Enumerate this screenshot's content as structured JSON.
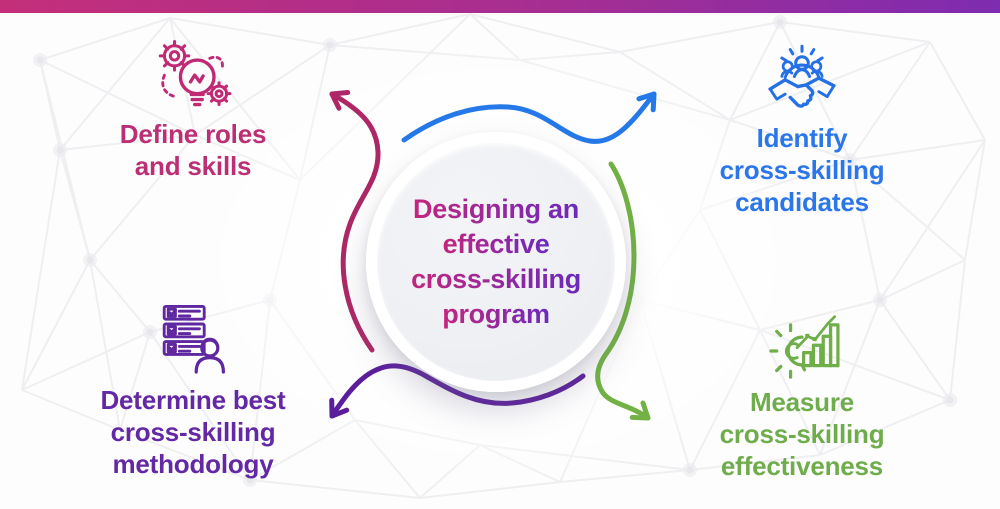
{
  "palette": {
    "topbar_gradient_start": "#c42f7a",
    "topbar_gradient_end": "#7e2cb0",
    "magenta": "#bd2f75",
    "magenta_arrow": "#ad2766",
    "blue": "#2b76e8",
    "purple": "#6328a4",
    "purple_arrow": "#5b1d9c",
    "green": "#6fad4c",
    "title_gradient_start": "#c3267d",
    "title_gradient_end": "#6b2abc"
  },
  "center": {
    "title": "Designing an effective cross-skilling program",
    "title_lines": [
      "Designing an",
      "effective",
      "cross-skilling",
      "program"
    ]
  },
  "quadrants": [
    {
      "id": "define-roles",
      "icon": "gears-lightbulb-icon",
      "color": "#bd2f75",
      "label": "Define roles and skills",
      "lines": [
        "Define roles",
        "and skills"
      ]
    },
    {
      "id": "identify-candidates",
      "icon": "team-handshake-icon",
      "color": "#2b76e8",
      "label": "Identify cross-skilling candidates",
      "lines": [
        "Identify",
        "cross-skilling",
        "candidates"
      ]
    },
    {
      "id": "determine-methodology",
      "icon": "checklist-person-icon",
      "color": "#6328a4",
      "label": "Determine best cross-skilling methodology",
      "lines": [
        "Determine best",
        "cross-skilling",
        "methodology"
      ]
    },
    {
      "id": "measure-effectiveness",
      "icon": "gear-chart-icon",
      "color": "#6fad4c",
      "label": "Measure cross-skilling effectiveness",
      "lines": [
        "Measure",
        "cross-skilling",
        "effectiveness"
      ]
    }
  ]
}
